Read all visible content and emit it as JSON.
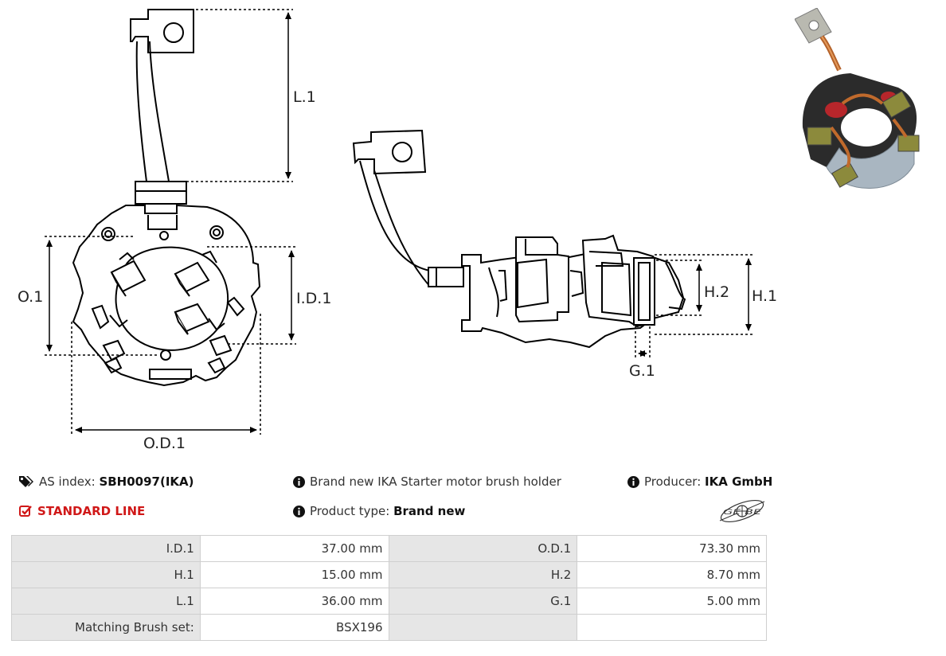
{
  "drawing": {
    "labels": {
      "l1": "L.1",
      "o1": "O.1",
      "id1": "I.D.1",
      "od1": "O.D.1",
      "h2": "H.2",
      "h1": "H.1",
      "g1": "G.1"
    }
  },
  "info": {
    "as_index_label": "AS index:",
    "as_index_value": "SBH0097(IKA)",
    "line": "STANDARD LINE",
    "description": "Brand new IKA Starter motor brush holder",
    "product_type_label": "Product type:",
    "product_type_value": "Brand new",
    "producer_label": "Producer:",
    "producer_value": "IKA GmbH",
    "logo_text": "GE BE"
  },
  "specs": {
    "rows": [
      {
        "l1": "I.D.1",
        "v1": "37.00 mm",
        "l2": "O.D.1",
        "v2": "73.30 mm"
      },
      {
        "l1": "H.1",
        "v1": "15.00 mm",
        "l2": "H.2",
        "v2": "8.70 mm"
      },
      {
        "l1": "L.1",
        "v1": "36.00 mm",
        "l2": "G.1",
        "v2": "5.00 mm"
      },
      {
        "l1": "Matching Brush set:",
        "v1": "BSX196",
        "l2": "",
        "v2": ""
      }
    ]
  },
  "colors": {
    "line_red": "#d01818",
    "label_cell": "#e6e6e6"
  }
}
